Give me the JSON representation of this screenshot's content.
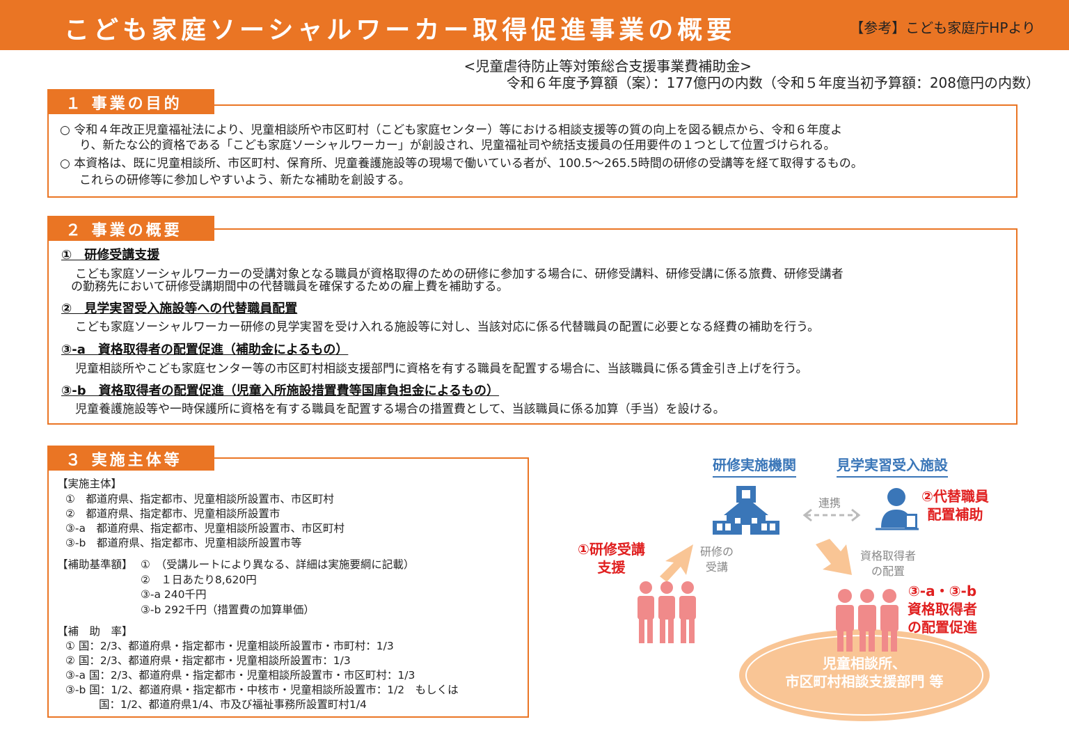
{
  "header": {
    "title": "こども家庭ソーシャルワーカー取得促進事業の概要",
    "reference": "【参考】こども家庭庁HPより"
  },
  "budget": {
    "program": "<児童虐待防止等対策総合支援事業費補助金>",
    "amount": "令和６年度予算額（案）：177億円の内数（令和５年度当初予算額：208億円の内数）"
  },
  "section1": {
    "title": "１ 事業の目的",
    "lines": [
      "○ 令和４年改正児童福祉法により、児童相談所や市区町村（こども家庭センター）等における相談支援等の質の向上を図る観点から、令和６年度よ",
      "り、新たな公的資格である「こども家庭ソーシャルワーカー」が創設され、児童福祉司や統括支援員の任用要件の１つとして位置づけられる。",
      "○ 本資格は、既に児童相談所、市区町村、保育所、児童養護施設等の現場で働いている者が、100.5～265.5時間の研修の受講等を経て取得するもの。",
      "これらの研修等に参加しやすいよう、新たな補助を創設する。"
    ]
  },
  "section2": {
    "title": "２ 事業の概要",
    "items": [
      {
        "heading": "①　研修受講支援",
        "lines": [
          "こども家庭ソーシャルワーカーの受講対象となる職員が資格取得のための研修に参加する場合に、研修受講料、研修受講に係る旅費、研修受講者",
          "の勤務先において研修受講期間中の代替職員を確保するための雇上費を補助する。"
        ]
      },
      {
        "heading": "②　見学実習受入施設等への代替職員配置",
        "lines": [
          "こども家庭ソーシャルワーカー研修の見学実習を受け入れる施設等に対し、当該対応に係る代替職員の配置に必要となる経費の補助を行う。"
        ]
      },
      {
        "heading": "③-a　資格取得者の配置促進（補助金によるもの）",
        "lines": [
          "児童相談所やこども家庭センター等の市区町村相談支援部門に資格を有する職員を配置する場合に、当該職員に係る賃金引き上げを行う。"
        ]
      },
      {
        "heading": "③-b　資格取得者の配置促進（児童入所施設措置費等国庫負担金によるもの）",
        "lines": [
          "児童養護施設等や一時保護所に資格を有する職員を配置する場合の措置費として、当該職員に係る加算（手当）を設ける。"
        ]
      }
    ]
  },
  "section3": {
    "title": "３ 実施主体等",
    "entities_label": "【実施主体】",
    "entities": [
      "①　都道府県、指定都市、児童相談所設置市、市区町村",
      "②　都道府県、指定都市、児童相談所設置市",
      "③-a　都道府県、指定都市、児童相談所設置市、市区町村",
      "③-b　都道府県、指定都市、児童相談所設置市等"
    ],
    "standard_label": "【補助基準額】",
    "standards": [
      "①　（受講ルートにより異なる、詳細は実施要綱に記載）",
      "②　１日あたり8,620円",
      "③-a 240千円",
      "③-b 292千円（措置費の加算単価）"
    ],
    "rate_label": "【補　助　率】",
    "rates": [
      "① 国：2/3、都道府県・指定都市・児童相談所設置市・市町村：1/3",
      "② 国：2/3、都道府県・指定都市・児童相談所設置市：1/3",
      "③-a 国：2/3、都道府県・指定都市・児童相談所設置市・市区町村：1/3",
      "③-b 国：1/2、都道府県・指定都市・中核市・児童相談所設置市：1/2　もしくは",
      "国：1/2、都道府県1/4、市及び福祉事務所設置町村1/4"
    ]
  },
  "diagram": {
    "training_org": "研修実施機関",
    "practicum_facility": "見学実習受入施設",
    "cooperation": "連携",
    "substitute_line1": "②代替職員",
    "substitute_line2": "配置補助",
    "support_line1": "①研修受講",
    "support_line2": "支援",
    "attend_line1": "研修の",
    "attend_line2": "受講",
    "placement_line1": "資格取得者",
    "placement_line2": "の配置",
    "promo_line1": "③-a・③-b",
    "promo_line2": "資格取得者",
    "promo_line3": "の配置促進",
    "oval_line1": "児童相談所、",
    "oval_line2": "市区町村相談支援部門 等",
    "colors": {
      "orange": "#ea7524",
      "blue": "#3a76b8",
      "red": "#e02020",
      "pink": "#f08a8a",
      "peach": "#f9c595"
    }
  }
}
